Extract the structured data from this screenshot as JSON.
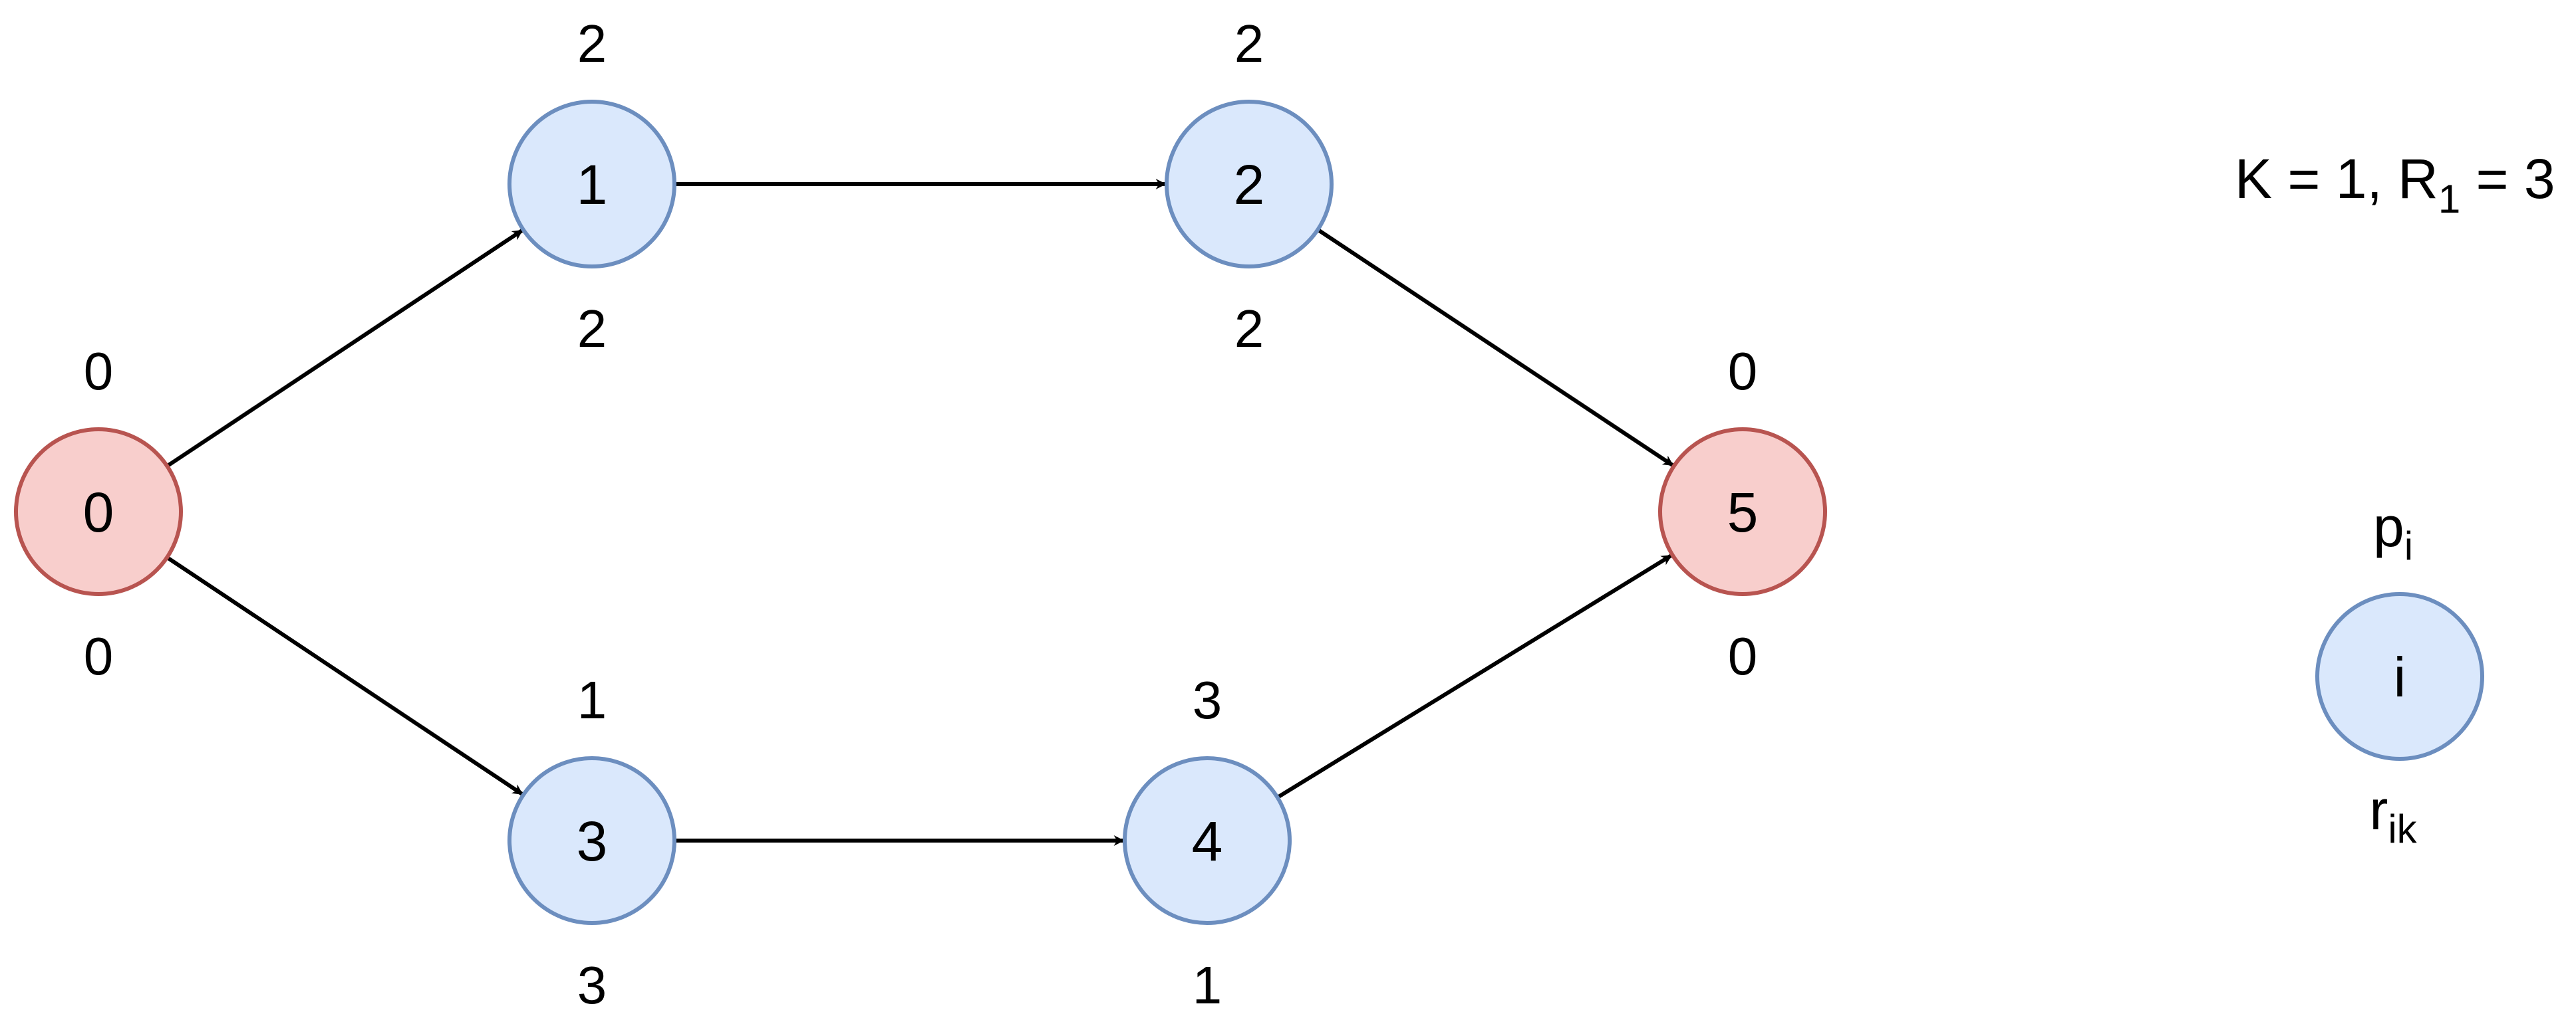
{
  "colors": {
    "start_end_fill": "#f8cecc",
    "start_end_stroke": "#b85450",
    "activity_fill": "#dae8fc",
    "activity_stroke": "#6c8ebf",
    "edge": "#000000"
  },
  "nodes": [
    {
      "id": "0",
      "label": "0",
      "top": "0",
      "bottom": "0",
      "kind": "terminal"
    },
    {
      "id": "1",
      "label": "1",
      "top": "2",
      "bottom": "2",
      "kind": "activity"
    },
    {
      "id": "2",
      "label": "2",
      "top": "2",
      "bottom": "2",
      "kind": "activity"
    },
    {
      "id": "3",
      "label": "3",
      "top": "1",
      "bottom": "3",
      "kind": "activity"
    },
    {
      "id": "4",
      "label": "4",
      "top": "3",
      "bottom": "1",
      "kind": "activity"
    },
    {
      "id": "5",
      "label": "5",
      "top": "0",
      "bottom": "0",
      "kind": "terminal"
    }
  ],
  "edges": [
    {
      "from": "0",
      "to": "1"
    },
    {
      "from": "1",
      "to": "2"
    },
    {
      "from": "2",
      "to": "5"
    },
    {
      "from": "0",
      "to": "3"
    },
    {
      "from": "3",
      "to": "4"
    },
    {
      "from": "4",
      "to": "5"
    }
  ],
  "params": {
    "k_text": "K = 1, R",
    "r_sub": "1",
    "r_value_text": " = 3"
  },
  "legend": {
    "node_label": "i",
    "top_main": "p",
    "top_sub": "i",
    "bottom_main": "r",
    "bottom_sub": "ik"
  }
}
